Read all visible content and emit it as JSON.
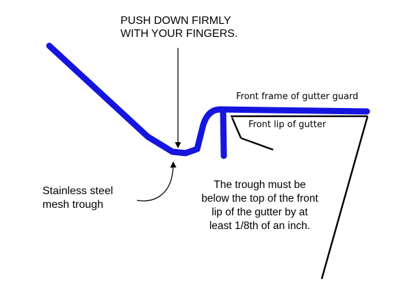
{
  "instruction": {
    "lines": [
      "PUSH DOWN FIRMLY",
      "WITH YOUR FINGERS."
    ]
  },
  "labels": {
    "front_frame": "Front frame of gutter guard",
    "front_lip": "Front lip of gutter",
    "mesh_trough": [
      "Stainless steel",
      "mesh trough"
    ]
  },
  "note": {
    "lines": [
      "The trough must be",
      "below the top of the front",
      "lip of the gutter by at",
      "least 1/8th of an inch."
    ]
  },
  "colors": {
    "guard_stroke": "#1515e0",
    "gutter_stroke": "#000000",
    "text": "#000000"
  }
}
